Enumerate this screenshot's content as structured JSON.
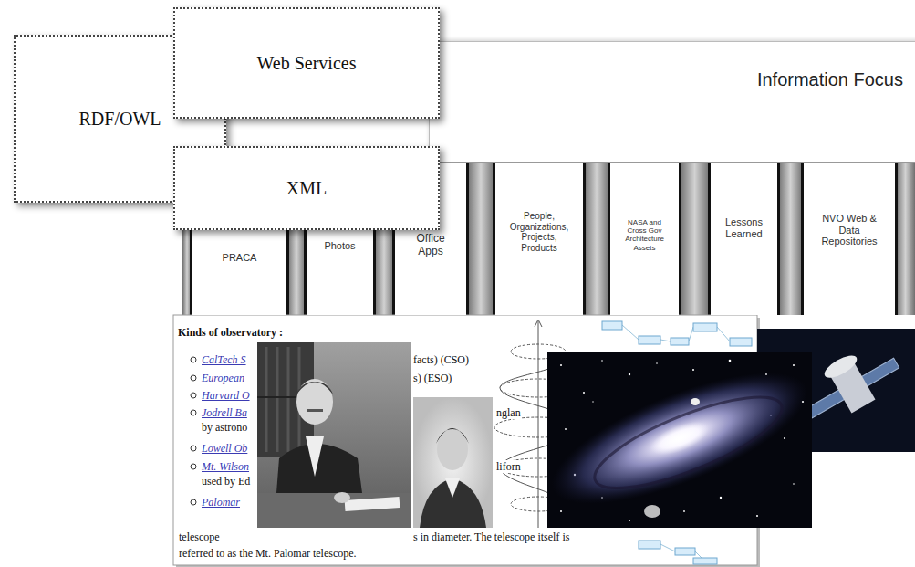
{
  "diagram": {
    "nodes": [
      {
        "text": [
          "RDF/OWL"
        ]
      },
      {
        "text": [
          "Web Services"
        ]
      },
      {
        "text": [
          "XML"
        ]
      },
      {
        "text": [
          "Information Focus"
        ]
      },
      {
        "text": [
          "PRACA"
        ]
      },
      {
        "text": [
          "Photos"
        ]
      },
      {
        "text": [
          "Office Apps"
        ]
      },
      {
        "text": [
          "People, Organizations, Projects, Products"
        ]
      },
      {
        "text": [
          "NASA and Cross Gov Architecture Assets"
        ]
      },
      {
        "text": [
          "Lessons Learned"
        ]
      },
      {
        "text": [
          "NVO Web & Data Repositories"
        ]
      }
    ],
    "labels": [
      "Kinds of observatory :",
      "CalTech S",
      "facts) (CSO)",
      "European",
      "s) (ESO)",
      "Harvard O",
      "Jodrell Ba",
      "nglan",
      "by astrono",
      "Lowell Ob",
      "Mt. Wilson",
      "liforn",
      "used by Ed",
      "Palomar",
      "telescope",
      "s in diameter. The telescope itself is",
      "referred to as the Mt. Palomar telescope."
    ]
  }
}
